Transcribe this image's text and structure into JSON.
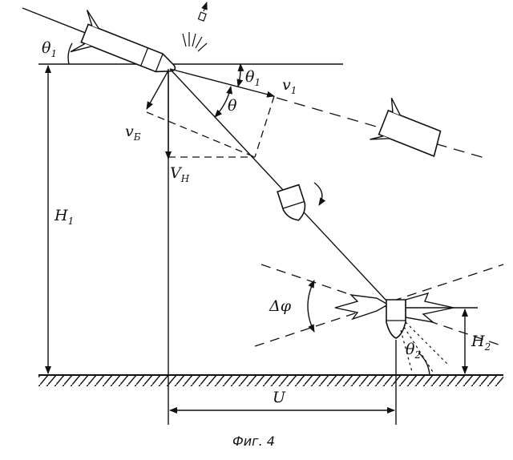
{
  "labels": {
    "theta1_left": "θ",
    "theta1_left_sub": "1",
    "theta1_right": "θ",
    "theta1_right_sub": "1",
    "v1": "v",
    "v1_sub": "1",
    "theta": "θ",
    "vb": "v",
    "vb_sub": "Б",
    "vn": "V",
    "vn_sub": "Н",
    "h1": "H",
    "h1_sub": "1",
    "delta_phi": "Δφ",
    "h2": "H",
    "h2_sub": "2",
    "theta2": "θ",
    "theta2_sub": "2",
    "u": "U"
  },
  "caption": "Фиг. 4",
  "colors": {
    "ink": "#111111",
    "paper": "#ffffff"
  }
}
